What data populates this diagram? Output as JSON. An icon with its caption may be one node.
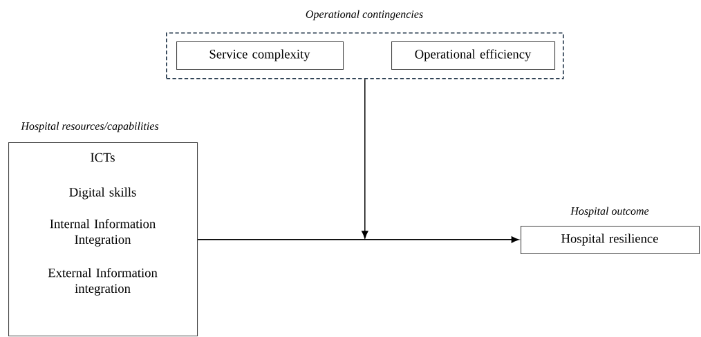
{
  "diagram": {
    "nodes": [
      {
        "text": [
          "Operational contingencies"
        ]
      },
      {
        "text": [
          "Service complexity"
        ],
        "in": 0
      },
      {
        "text": [
          "Operational efficiency"
        ],
        "in": 0
      },
      {
        "text": [
          "Hospital resources/capabilities",
          "ICTs",
          "Digital skills",
          "Internal Information Integration",
          "External Information integration"
        ]
      },
      {
        "text": [
          "Hospital outcome",
          "Hospital resilience"
        ]
      }
    ],
    "edges": [
      {
        "from": 3,
        "to": 4,
        "arrow": "to"
      },
      {
        "from": 0,
        "to": null,
        "arrow": "to"
      }
    ]
  }
}
